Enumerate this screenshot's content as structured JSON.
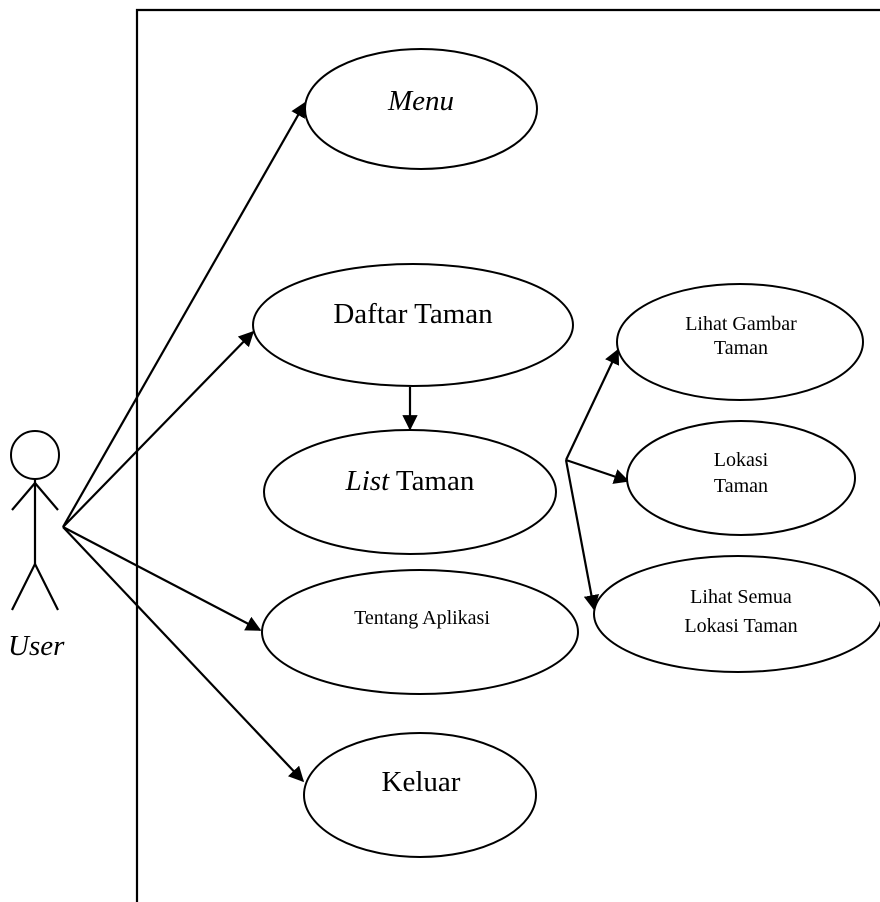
{
  "actor": {
    "label": "User"
  },
  "use_cases": {
    "menu": "Menu",
    "daftar_taman": "Daftar Taman",
    "list_taman_italic": "List",
    "list_taman_rest": "Taman",
    "tentang_aplikasi": "Tentang Aplikasi",
    "keluar": "Keluar",
    "lihat_gambar_1": "Lihat Gambar",
    "lihat_gambar_2": "Taman",
    "lokasi_1": "Lokasi",
    "lokasi_2": "Taman",
    "semua_lokasi_1": "Lihat Semua",
    "semua_lokasi_2": "Lokasi Taman"
  }
}
